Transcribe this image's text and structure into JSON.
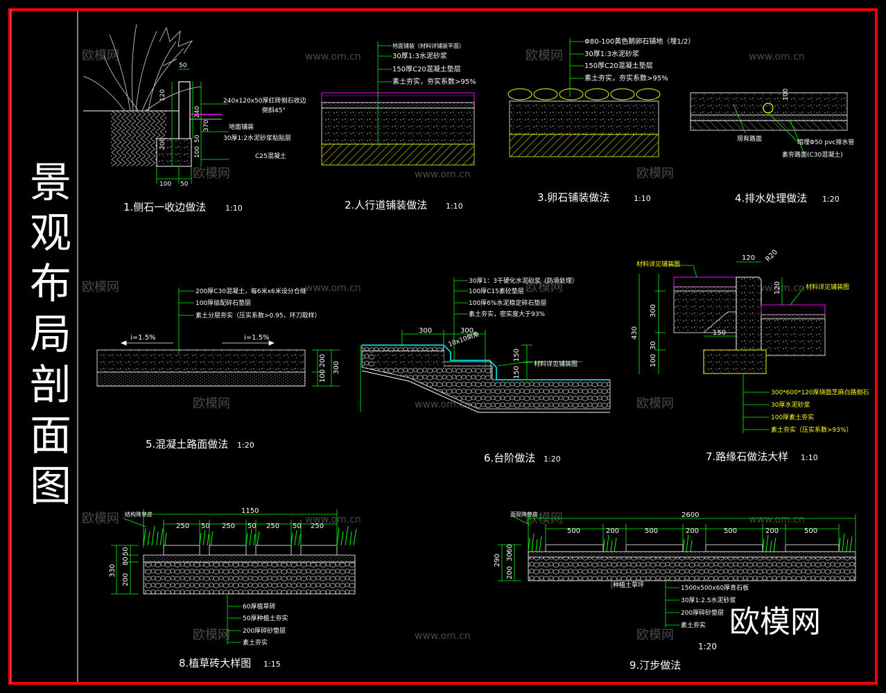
{
  "colors": {
    "background": "#000000",
    "border": "#ff0000",
    "line": "#ffffff",
    "dim": "#00ff00",
    "magenta": "#ff00ff",
    "yellow": "#ffff00",
    "cyan": "#00ffff"
  },
  "sheet_title": [
    "景",
    "观",
    "布",
    "局",
    "剖",
    "面",
    "图"
  ],
  "watermark": {
    "brand": "欧模网",
    "url": "www.om.cn"
  },
  "logo": "欧模网",
  "details": [
    {
      "caption": "1.侧石一收边做法",
      "scale": "1:10",
      "dims": [
        "50",
        "120",
        "240",
        "370",
        "200",
        "100",
        "50",
        "100",
        "50"
      ],
      "labels": [
        "240x120x50厚红砖侧石收边",
        "倒斜45°",
        "地面铺装",
        "30厚1:2水泥砂浆粘贴层",
        "C25混凝土"
      ]
    },
    {
      "caption": "2.人行道铺装做法",
      "scale": "1:10",
      "labels": [
        "地面铺装（材料详铺装平面）",
        "30厚1:3水泥砂浆",
        "150厚C20混凝土垫层",
        "素土夯实，夯实系数>95%"
      ]
    },
    {
      "caption": "3.卵石铺装做法",
      "scale": "1:10",
      "labels": [
        "Φ80-100黄色鹅卵石铺地（埋1/2）",
        "30厚1:3水泥砂浆",
        "150厚C20混凝土垫层",
        "素土夯实，夯实系数>95%"
      ]
    },
    {
      "caption": "4.排水处理做法",
      "scale": "1:20",
      "dims": [
        "100"
      ],
      "labels": [
        "现有路面",
        "暗埋Φ50 pvc排水管",
        "素夯路面(C30混凝土)"
      ]
    },
    {
      "caption": "5.混凝土路面做法",
      "scale": "1:20",
      "slopes": [
        "i=1.5%",
        "i=1.5%"
      ],
      "dims": [
        "100",
        "200",
        "300"
      ],
      "labels": [
        "200厚C30混凝土，每6米x6米设分仓缝",
        "100厚级配碎石垫层",
        "素土分层夯实（压实系数>0.95，环刀取样）"
      ]
    },
    {
      "caption": "6.台阶做法",
      "scale": "1:20",
      "dims": [
        "300",
        "300",
        "150",
        "150"
      ],
      "labels": [
        "30厚1：3干硬化水泥砂浆（防滑处理）",
        "100厚C15素砼垫层",
        "100厚6%水泥稳定碎石垫层",
        "素土夯实，密实度大于93%",
        "10x10倒角",
        "材料详见铺装图"
      ]
    },
    {
      "caption": "7.路缘石做法大样",
      "scale": "1:10",
      "dims": [
        "120",
        "R20",
        "120",
        "300",
        "430",
        "100",
        "30",
        "150"
      ],
      "labels": [
        "材料详见铺装图",
        "材料详见铺装图",
        "300*600*120厚烧面芝麻白路侧石",
        "30厚水泥砂浆",
        "100厚素土夯实",
        "素土夯实（压实系数>93%）"
      ]
    },
    {
      "caption": "8.植草砖大样图",
      "scale": "1:15",
      "dims": [
        "1150",
        "250",
        "50",
        "250",
        "50",
        "250",
        "50",
        "250",
        "330",
        "50",
        "80",
        "200"
      ],
      "labels": [
        "结构降草皮",
        "60厚植草砖",
        "50厚种植土夯实",
        "200厚碎砂垫层",
        "素土夯实"
      ]
    },
    {
      "caption": "9.汀步做法",
      "scale": "1:20",
      "dims": [
        "2600",
        "500",
        "200",
        "500",
        "200",
        "500",
        "200",
        "500",
        "290",
        "200",
        "30",
        "60"
      ],
      "labels": [
        "面现降草皮",
        "1500x500x60厚青石板",
        "30厚1:2.5水泥砂浆",
        "200厚碎砂垫层",
        "素土夯实",
        "种植土草坪"
      ]
    }
  ]
}
